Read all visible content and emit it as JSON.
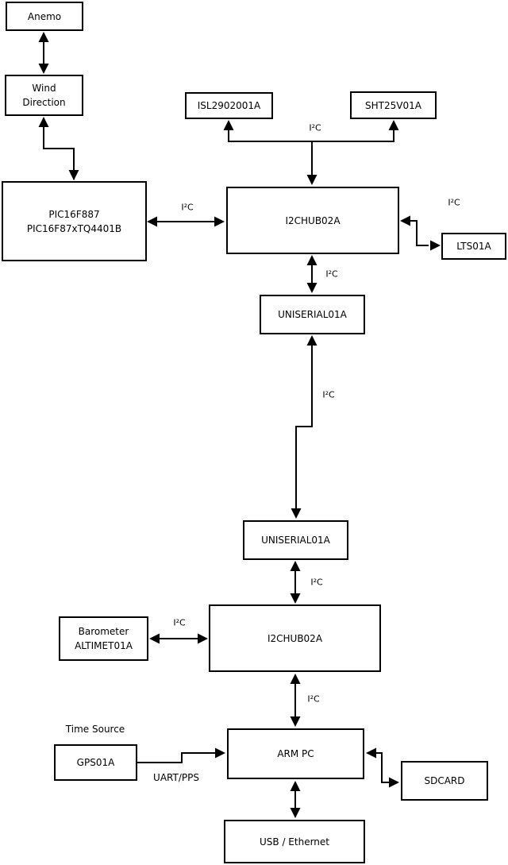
{
  "diagram": {
    "nodes": {
      "anemo": {
        "label": "Anemo"
      },
      "wind_direction": {
        "line1": "Wind",
        "line2": "Direction"
      },
      "pic": {
        "line1": "PIC16F887",
        "line2": "PIC16F87xTQ4401B"
      },
      "isl": {
        "label": "ISL2902001A"
      },
      "sht": {
        "label": "SHT25V01A"
      },
      "i2c_hub_top": {
        "label": "I2CHUB02A"
      },
      "lts": {
        "label": "LTS01A"
      },
      "uniserial_top": {
        "label": "UNISERIAL01A"
      },
      "uniserial_bottom": {
        "label": "UNISERIAL01A"
      },
      "i2c_hub_bottom": {
        "label": "I2CHUB02A"
      },
      "barometer": {
        "line1": "Barometer",
        "line2": "ALTIMET01A"
      },
      "arm_pc": {
        "label": "ARM PC"
      },
      "gps": {
        "label": "GPS01A"
      },
      "sdcard": {
        "label": "SDCARD"
      },
      "usb_ethernet": {
        "label": "USB / Ethernet"
      }
    },
    "edge_labels": {
      "i2c": "I²C",
      "time_source": "Time Source",
      "uart_pps": "UART/PPS"
    },
    "colors": {
      "line": "#000000",
      "box_border": "#000000",
      "background": "#ffffff",
      "text": "#000000"
    }
  }
}
